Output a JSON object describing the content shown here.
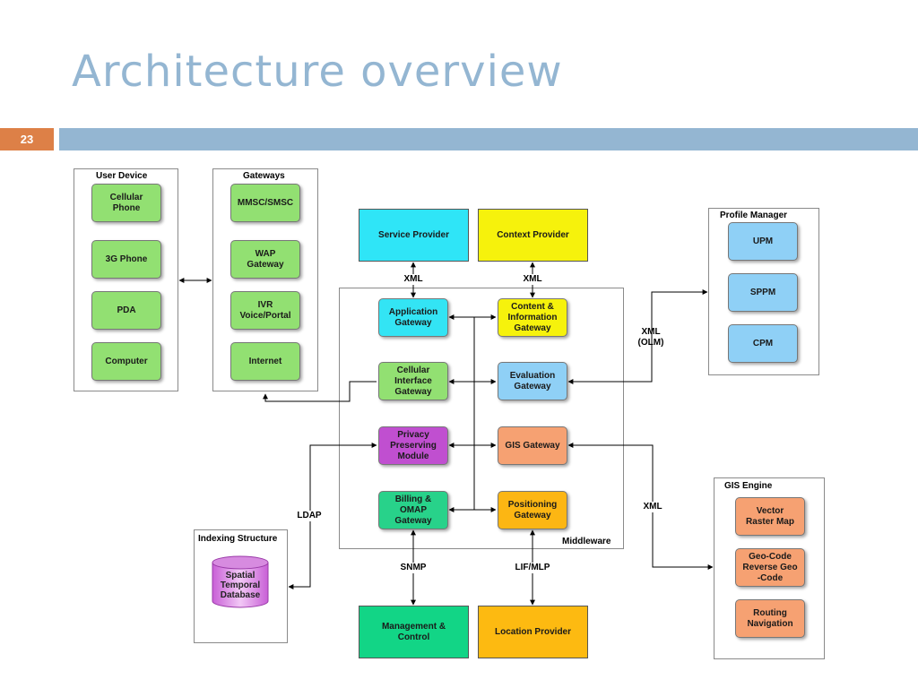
{
  "slide": {
    "title": "Architecture overview",
    "number": "23"
  },
  "groups": {
    "user_device": "User Device",
    "gateways": "Gateways",
    "profile_manager": "Profile Manager",
    "gis_engine": "GIS Engine",
    "indexing_structure": "Indexing Structure",
    "middleware": "Middleware"
  },
  "user_device": [
    "Cellular\nPhone",
    "3G Phone",
    "PDA",
    "Computer"
  ],
  "gateways": [
    "MMSC/SMSC",
    "WAP\nGateway",
    "IVR\nVoice/Portal",
    "Internet"
  ],
  "providers": {
    "service": "Service Provider",
    "context": "Context Provider",
    "management": "Management &\nControl",
    "location": "Location Provider"
  },
  "middleware_nodes": {
    "application_gateway": "Application\nGateway",
    "content_gateway": "Content &\nInformation\nGateway",
    "cellular_interface": "Cellular\nInterface\nGateway",
    "evaluation_gateway": "Evaluation\nGateway",
    "privacy_module": "Privacy\nPreserving\nModule",
    "gis_gateway": "GIS Gateway",
    "billing_gateway": "Billing &\nOMAP\nGateway",
    "positioning_gateway": "Positioning\nGateway"
  },
  "profile_manager": [
    "UPM",
    "SPPM",
    "CPM"
  ],
  "gis_engine": [
    "Vector\nRaster Map",
    "Geo-Code\nReverse Geo\n-Code",
    "Routing\nNavigation"
  ],
  "database": "Spatial\nTemporal\nDatabase",
  "edge_labels": {
    "xml_service": "XML",
    "xml_context": "XML",
    "xml_olm": "XML\n(OLM)",
    "xml_gis": "XML",
    "ldap": "LDAP",
    "snmp": "SNMP",
    "lif_mlp": "LIF/MLP"
  },
  "colors": {
    "title": "#94b6d2",
    "accent_orange": "#dd8047",
    "green": "#92e072",
    "cyan": "#33e4f4",
    "yellow": "#f6f20c",
    "light_blue": "#8fd0f6",
    "orange": "#f6a172",
    "purple": "#c04fd0",
    "emerald": "#28d28a",
    "amber": "#fcb613"
  }
}
